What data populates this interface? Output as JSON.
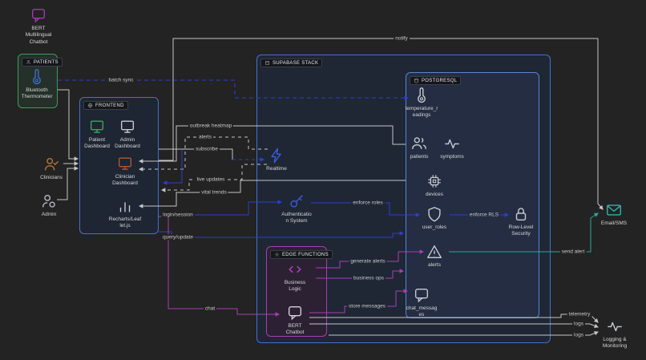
{
  "colors": {
    "bg": "#232323",
    "blue": "#2e3ed2",
    "white_line": "#c6c6c6",
    "magenta": "#ab3cb5",
    "teal": "#2aa89b",
    "green": "#3fa75f",
    "orange": "#b5562f",
    "steel_blue": "#3f6fd0",
    "gray_icon": "#c9cdd4",
    "border_green": "#3f9e57",
    "border_blue": "#4272cf",
    "border_blue_light": "#5585d6",
    "border_magenta": "#a63fb0"
  },
  "groups": {
    "patients": {
      "title": "PATIENTS"
    },
    "frontend": {
      "title": "FRONTEND"
    },
    "supabase": {
      "title": "SUPABASE STACK"
    },
    "postgresql": {
      "title": "POSTGRESQL"
    },
    "edge_functions": {
      "title": "EDGE FUNCTIONS"
    }
  },
  "nodes": {
    "bert_ml": "BERT\nMultilingual\nChatbot",
    "bluetooth": "Bluetooth\nThermometer",
    "clinicians": "Clinicians",
    "admin": "Admin",
    "patient_dashboard": "Patient\nDashboard",
    "admin_dashboard": "Admin\nDashboard",
    "clinician_dashboard": "Clinician\nDashboard",
    "recharts": "Recharts/Leaf\nlet.js",
    "realtime": "Realtime",
    "auth": "Authenticatio\nn System",
    "temperature_readings": "temperature_r\neadings",
    "patients_table": "patients",
    "symptoms": "symptoms",
    "devices": "devices",
    "user_roles": "user_roles",
    "row_level_security": "Row-Level\nSecurity",
    "alerts": "alerts",
    "chat_messages": "chat_messag\nes",
    "business_logic": "Business\nLogic",
    "bert_chatbot": "BERT\nChatbot",
    "email_sms": "Email/SMS",
    "logging": "Logging &\nMonitoring"
  },
  "edges": {
    "batch_sync": "batch sync",
    "notify": "notify",
    "outbreak_heatmap": "outbreak heatmap",
    "alerts": "alerts",
    "subscribe": "subscribe",
    "live_updates": "live updates",
    "vital_trends": "vital trends",
    "login_session": "login/session",
    "query_update": "query/update",
    "enforce_roles": "enforce roles",
    "enforce_rls": "enforce RLS",
    "generate_alerts": "generate alerts",
    "business_ops": "business ops",
    "store_messages": "store messages",
    "chat": "chat",
    "send_alert": "send alert",
    "telemetry": "telemetry",
    "logs_mid": "logs",
    "logs_bottom": "logs"
  }
}
